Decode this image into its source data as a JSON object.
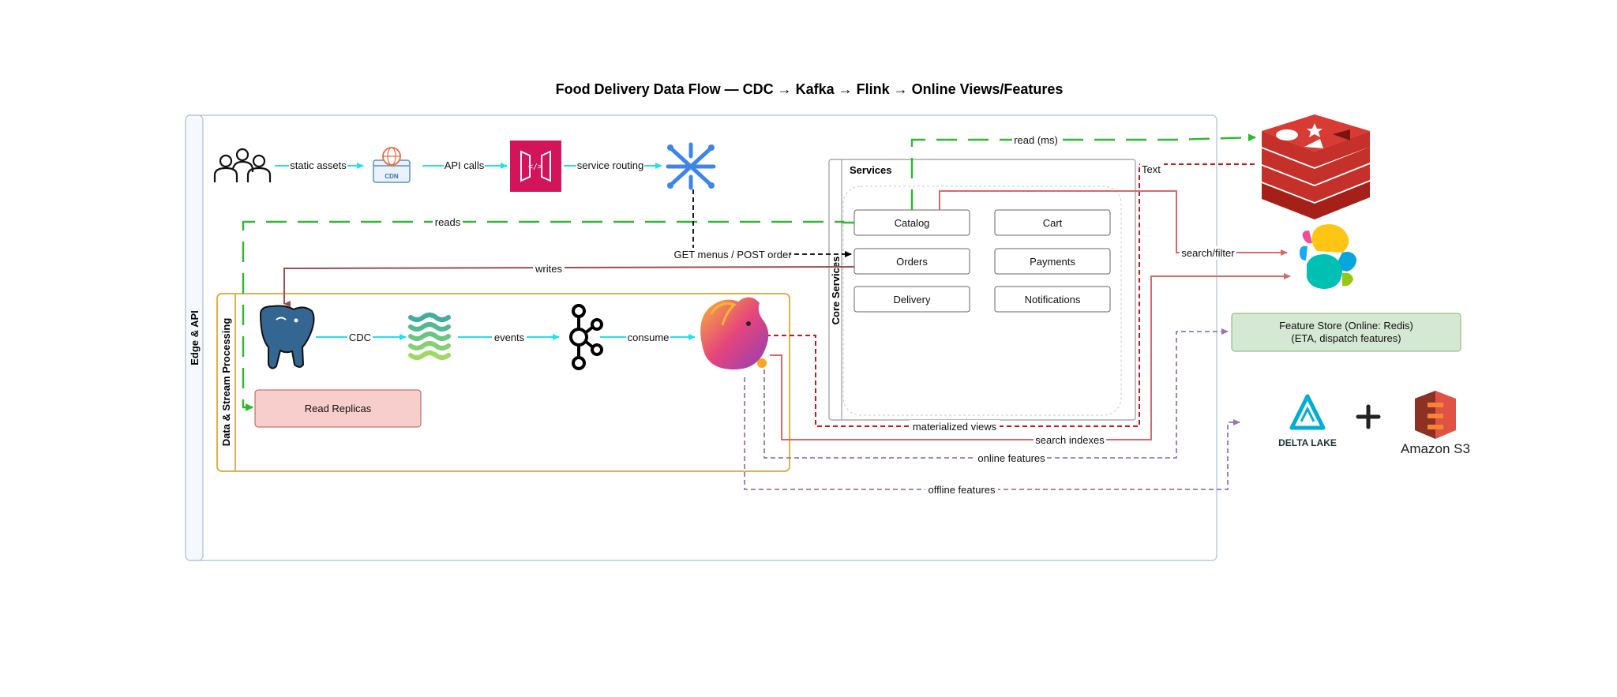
{
  "title": "Food Delivery Data Flow — CDC → Kafka → Flink → Online Views/Features",
  "containers": {
    "edge_api": "Edge & API",
    "data_stream": "Data & Stream Processing",
    "core_services": "Core Services",
    "services_inner": "Services"
  },
  "services": [
    "Catalog",
    "Cart",
    "Orders",
    "Payments",
    "Delivery",
    "Notifications"
  ],
  "nodes": {
    "read_replicas": "Read Replicas",
    "feature_store_line1": "Feature Store (Online: Redis)",
    "feature_store_line2": "(ETA, dispatch features)",
    "delta_lake": "DELTA LAKE",
    "amazon_s3": "Amazon S3",
    "cdn": "CDN"
  },
  "edges": {
    "static_assets": "static assets",
    "api_calls": "API calls",
    "service_routing": "service routing",
    "read_ms": "read (ms)",
    "reads": "reads",
    "get_post": "GET menus / POST order",
    "writes": "writes",
    "cdc": "CDC",
    "events": "events",
    "consume": "consume",
    "search_filter": "search/filter",
    "text": "Text",
    "materialized_views": "materialized views",
    "search_indexes": "search indexes",
    "online_features": "online features",
    "offline_features": "offline features"
  },
  "colors": {
    "cyan": "#22e0e8",
    "green": "#2db82d",
    "red_dashed": "#d0121b",
    "salmon": "#d9686b",
    "purple": "#9b73b5",
    "brown": "#9a4f4f",
    "redis": "#c6302b",
    "api_gateway": "#d4145a",
    "feature_store_fill": "#d5e8d4",
    "read_replicas_fill": "#f8cecc",
    "data_stream_border": "#e0b04a",
    "edge_border": "#a9c0d6"
  },
  "icons": [
    "users-icon",
    "cdn-icon",
    "api-gateway-icon",
    "service-mesh-icon",
    "postgres-icon",
    "debezium-icon",
    "kafka-icon",
    "flink-icon",
    "redis-icon",
    "elasticsearch-icon",
    "delta-lake-icon",
    "plus-icon",
    "s3-icon"
  ]
}
